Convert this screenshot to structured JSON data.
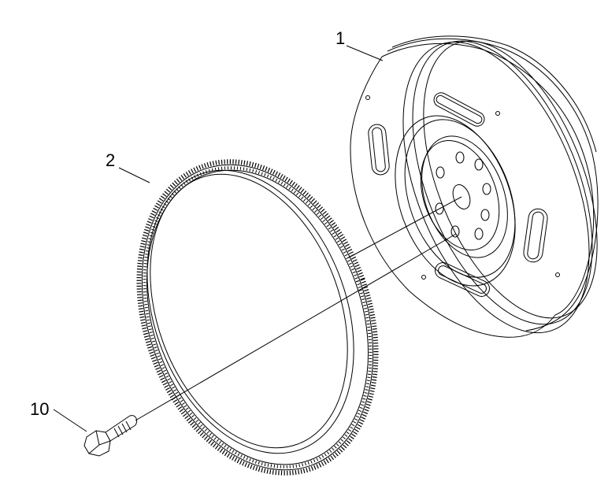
{
  "callouts": {
    "flywheel": "1",
    "ring_gear": "2",
    "bolt": "10"
  },
  "colors": {
    "line": "#000000",
    "background": "#ffffff"
  }
}
